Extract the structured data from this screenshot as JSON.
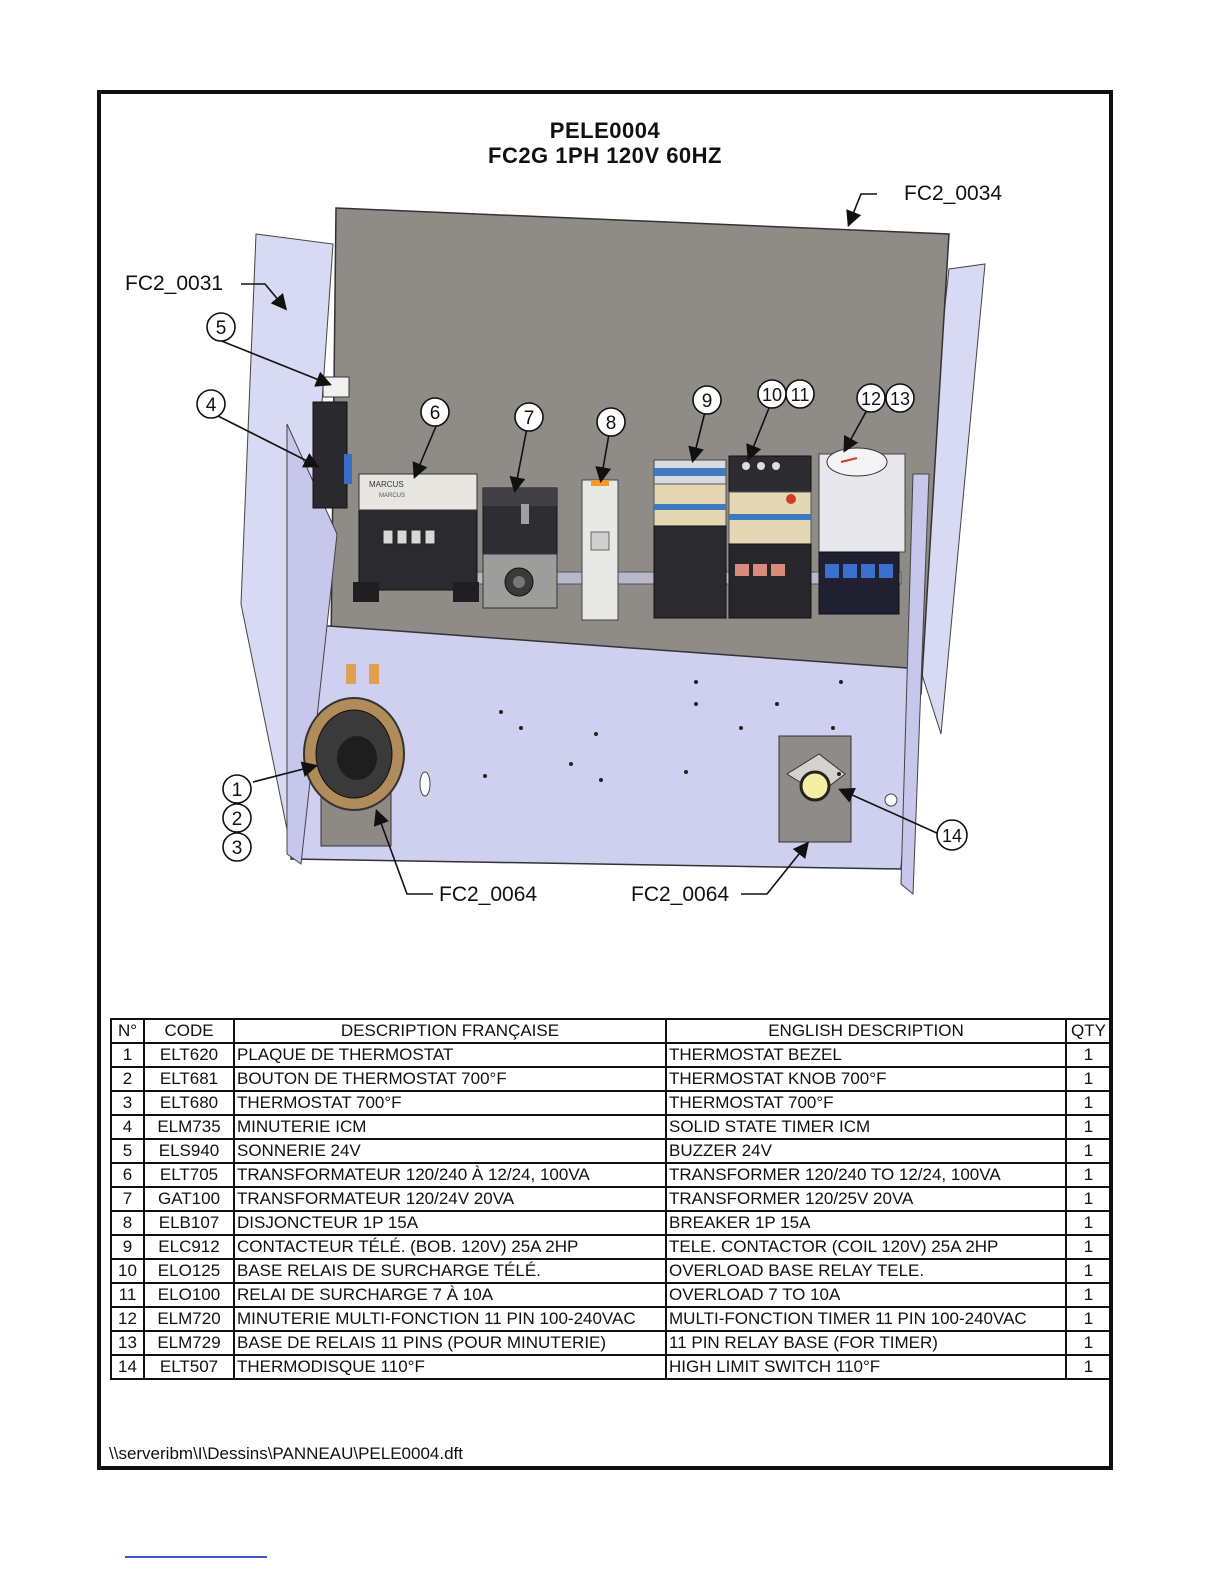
{
  "drawing": {
    "title_line1": "PELE0004",
    "title_line2": "FC2G 1PH 120V 60HZ",
    "labels": {
      "fc2_0034": "FC2_0034",
      "fc2_0031": "FC2_0031",
      "fc2_0064_left": "FC2_0064",
      "fc2_0064_right": "FC2_0064"
    },
    "balloons": [
      "1",
      "2",
      "3",
      "4",
      "5",
      "6",
      "7",
      "8",
      "9",
      "10",
      "11",
      "12",
      "13",
      "14"
    ],
    "component_text": {
      "transformer_brand": "MARCUS",
      "transformer_sub": "MARCUS"
    }
  },
  "bom": {
    "headers": {
      "no": "N°",
      "code": "CODE",
      "fr": "DESCRIPTION FRANÇAISE",
      "en": "ENGLISH DESCRIPTION",
      "qty": "QTY"
    },
    "rows": [
      {
        "no": "1",
        "code": "ELT620",
        "fr": "PLAQUE DE THERMOSTAT",
        "en": "THERMOSTAT BEZEL",
        "qty": "1"
      },
      {
        "no": "2",
        "code": "ELT681",
        "fr": "BOUTON DE THERMOSTAT 700°F",
        "en": "THERMOSTAT KNOB 700°F",
        "qty": "1"
      },
      {
        "no": "3",
        "code": "ELT680",
        "fr": "THERMOSTAT 700°F",
        "en": "THERMOSTAT 700°F",
        "qty": "1"
      },
      {
        "no": "4",
        "code": "ELM735",
        "fr": "MINUTERIE ICM",
        "en": "SOLID STATE TIMER ICM",
        "qty": "1"
      },
      {
        "no": "5",
        "code": "ELS940",
        "fr": "SONNERIE 24V",
        "en": "BUZZER 24V",
        "qty": "1"
      },
      {
        "no": "6",
        "code": "ELT705",
        "fr": "TRANSFORMATEUR 120/240 À 12/24, 100VA",
        "en": "TRANSFORMER 120/240 TO 12/24, 100VA",
        "qty": "1"
      },
      {
        "no": "7",
        "code": "GAT100",
        "fr": "TRANSFORMATEUR 120/24V 20VA",
        "en": "TRANSFORMER 120/25V 20VA",
        "qty": "1"
      },
      {
        "no": "8",
        "code": "ELB107",
        "fr": "DISJONCTEUR 1P 15A",
        "en": "BREAKER 1P 15A",
        "qty": "1"
      },
      {
        "no": "9",
        "code": "ELC912",
        "fr": "CONTACTEUR TÉLÉ. (BOB. 120V) 25A 2HP",
        "en": "TELE. CONTACTOR (COIL 120V) 25A 2HP",
        "qty": "1"
      },
      {
        "no": "10",
        "code": "ELO125",
        "fr": "BASE RELAIS DE SURCHARGE TÉLÉ.",
        "en": "OVERLOAD BASE RELAY TELE.",
        "qty": "1"
      },
      {
        "no": "11",
        "code": "ELO100",
        "fr": "RELAI DE SURCHARGE 7 À 10A",
        "en": "OVERLOAD 7 TO 10A",
        "qty": "1"
      },
      {
        "no": "12",
        "code": "ELM720",
        "fr": "MINUTERIE MULTI-FONCTION 11 PIN 100-240VAC",
        "en": "MULTI-FONCTION TIMER 11 PIN 100-240VAC",
        "qty": "1"
      },
      {
        "no": "13",
        "code": "ELM729",
        "fr": "BASE DE RELAIS 11 PINS (POUR MINUTERIE)",
        "en": "11 PIN RELAY BASE (FOR TIMER)",
        "qty": "1"
      },
      {
        "no": "14",
        "code": "ELT507",
        "fr": "THERMODISQUE 110°F",
        "en": "HIGH LIMIT SWITCH 110°F",
        "qty": "1"
      }
    ]
  },
  "file_path": "\\\\serveribm\\I\\Dessins\\PANNEAU\\PELE0004.dft",
  "colors": {
    "panel_back": "#8f8b87",
    "panel_base": "#cfd0ef",
    "panel_side": "#d8d9f2",
    "line": "#111111",
    "link_underline": "#4455cc"
  }
}
